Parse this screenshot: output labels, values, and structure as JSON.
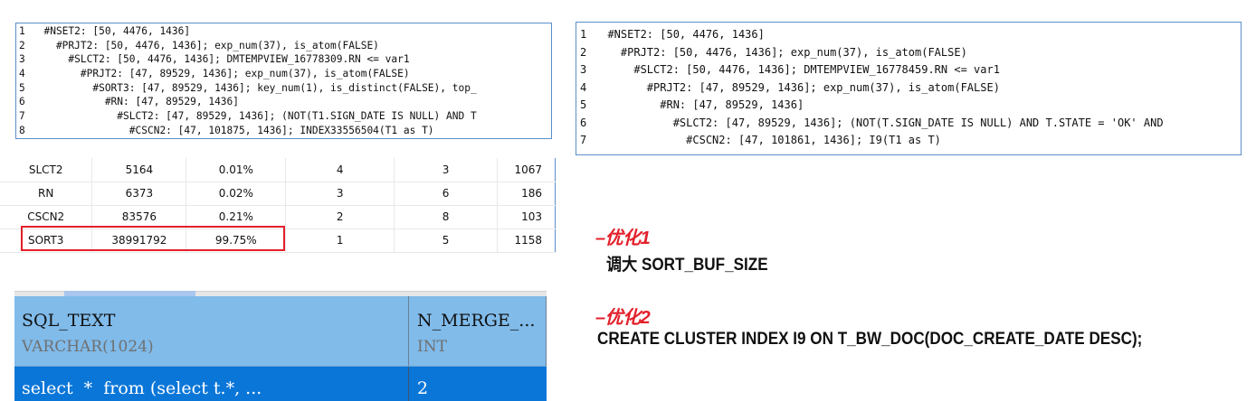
{
  "plan_before": {
    "lines": [
      {
        "n": "1",
        "indent": 2,
        "text": "#NSET2: [50, 4476, 1436]"
      },
      {
        "n": "2",
        "indent": 4,
        "text": "#PRJT2: [50, 4476, 1436]; exp_num(37), is_atom(FALSE)"
      },
      {
        "n": "3",
        "indent": 6,
        "text": "#SLCT2: [50, 4476, 1436]; DMTEMPVIEW_16778309.RN <= var1"
      },
      {
        "n": "4",
        "indent": 8,
        "text": "#PRJT2: [47, 89529, 1436]; exp_num(37), is_atom(FALSE)"
      },
      {
        "n": "5",
        "indent": 10,
        "text": "#SORT3: [47, 89529, 1436]; key_num(1), is_distinct(FALSE), top_"
      },
      {
        "n": "6",
        "indent": 12,
        "text": "#RN: [47, 89529, 1436]"
      },
      {
        "n": "7",
        "indent": 14,
        "text": "#SLCT2: [47, 89529, 1436]; (NOT(T1.SIGN_DATE IS NULL) AND T"
      },
      {
        "n": "8",
        "indent": 16,
        "text": "#CSCN2: [47, 101875, 1436]; INDEX33556504(T1 as T)"
      }
    ]
  },
  "plan_after": {
    "lines": [
      {
        "n": "1",
        "indent": 2,
        "text": "#NSET2: [50, 4476, 1436]"
      },
      {
        "n": "2",
        "indent": 4,
        "text": "#PRJT2: [50, 4476, 1436]; exp_num(37), is_atom(FALSE)"
      },
      {
        "n": "3",
        "indent": 6,
        "text": "#SLCT2: [50, 4476, 1436]; DMTEMPVIEW_16778459.RN <= var1"
      },
      {
        "n": "4",
        "indent": 8,
        "text": "#PRJT2: [47, 89529, 1436]; exp_num(37), is_atom(FALSE)"
      },
      {
        "n": "5",
        "indent": 10,
        "text": "#RN: [47, 89529, 1436]"
      },
      {
        "n": "6",
        "indent": 12,
        "text": "#SLCT2: [47, 89529, 1436]; (NOT(T.SIGN_DATE IS NULL) AND T.STATE = 'OK' AND"
      },
      {
        "n": "7",
        "indent": 14,
        "text": "#CSCN2: [47, 101861, 1436]; I9(T1 as T)"
      }
    ]
  },
  "stats_table": {
    "rows": [
      [
        "SLCT2",
        "5164",
        "0.01%",
        "4",
        "3",
        "1067"
      ],
      [
        "RN",
        "6373",
        "0.02%",
        "3",
        "6",
        "186"
      ],
      [
        "CSCN2",
        "83576",
        "0.21%",
        "2",
        "8",
        "103"
      ],
      [
        "SORT3",
        "38991792",
        "99.75%",
        "1",
        "5",
        "1158"
      ]
    ],
    "highlighted_row": 3,
    "highlight_color": "#e3202b"
  },
  "result_grid": {
    "columns": [
      {
        "name": "SQL_TEXT",
        "type": "VARCHAR(1024)"
      },
      {
        "name": "N_MERGE_...",
        "type": "INT"
      }
    ],
    "rows": [
      [
        "select  *  from (select t.*, ...",
        "2"
      ]
    ],
    "header_color": "#80bbea",
    "selected_row_color": "#0a76d8"
  },
  "notes": [
    {
      "title": "–优化1",
      "body": "调大 SORT_BUF_SIZE"
    },
    {
      "title": "–优化2",
      "body": "CREATE CLUSTER INDEX I9 ON T_BW_DOC(DOC_CREATE_DATE DESC);"
    }
  ]
}
